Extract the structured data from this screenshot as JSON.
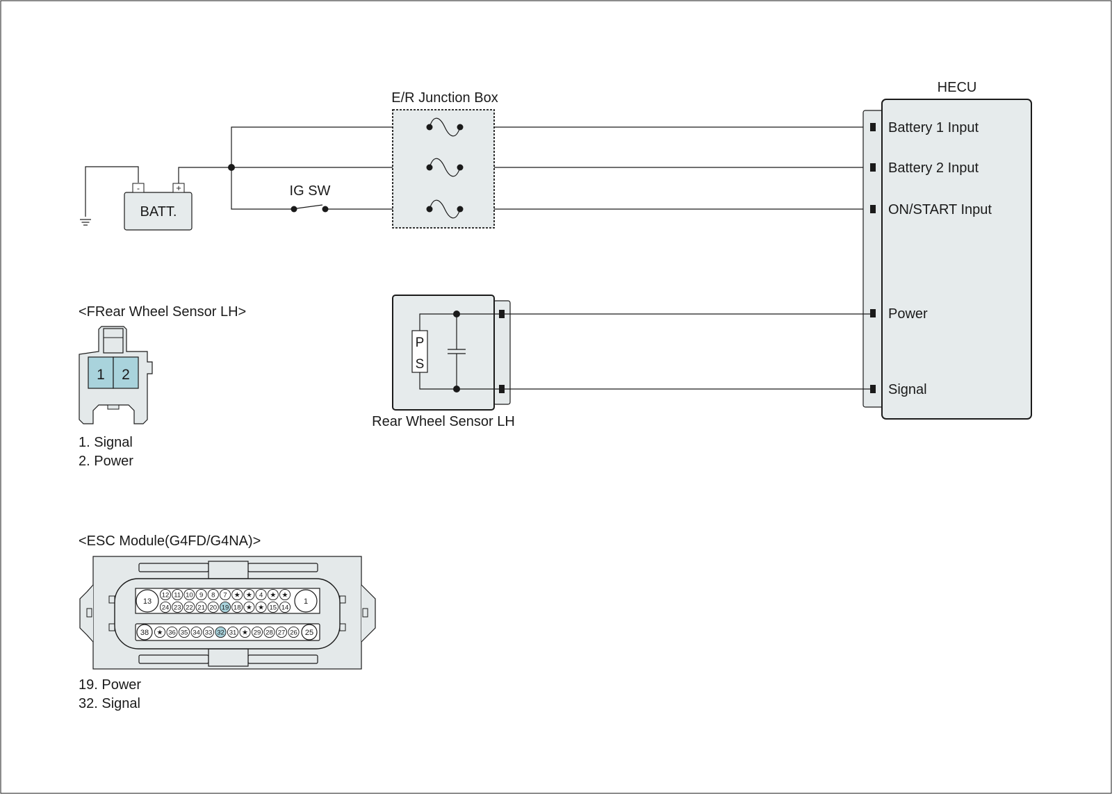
{
  "colors": {
    "line": "#1a1a1a",
    "box_fill": "#e6ebec",
    "connector_fill": "#e4e9ea",
    "pin_highlight": "#a9d3dc",
    "background": "#ffffff"
  },
  "junction_box": {
    "title": "E/R Junction Box"
  },
  "battery": {
    "label": "BATT.",
    "neg": "-",
    "pos": "+"
  },
  "ig_switch": {
    "label": "IG SW"
  },
  "hecu": {
    "title": "HECU",
    "pins": [
      "Battery 1 Input",
      "Battery 2 Input",
      "ON/START Input",
      "Power",
      "Signal"
    ]
  },
  "sensor": {
    "label": "Rear Wheel Sensor LH",
    "p": "P",
    "s": "S"
  },
  "rear_sensor_connector": {
    "title": "<FRear Wheel Sensor LH>",
    "pin1": "1",
    "pin2": "2",
    "legend": [
      "1. Signal",
      "2. Power"
    ]
  },
  "esc_connector": {
    "title": "<ESC Module(G4FD/G4NA)>",
    "row1": [
      "12",
      "11",
      "10",
      "9",
      "8",
      "7",
      "★",
      "★",
      "4",
      "★",
      "★"
    ],
    "row2": [
      "24",
      "23",
      "22",
      "21",
      "20",
      "19",
      "18",
      "★",
      "★",
      "15",
      "14"
    ],
    "row3": [
      "★",
      "36",
      "35",
      "34",
      "33",
      "32",
      "31",
      "★",
      "29",
      "28",
      "27",
      "26"
    ],
    "big_left_top": "13",
    "big_right_top": "1",
    "big_left_bottom": "38",
    "big_right_bottom": "25",
    "highlight": [
      "19",
      "32"
    ],
    "legend": [
      "19. Power",
      "32. Signal"
    ]
  }
}
